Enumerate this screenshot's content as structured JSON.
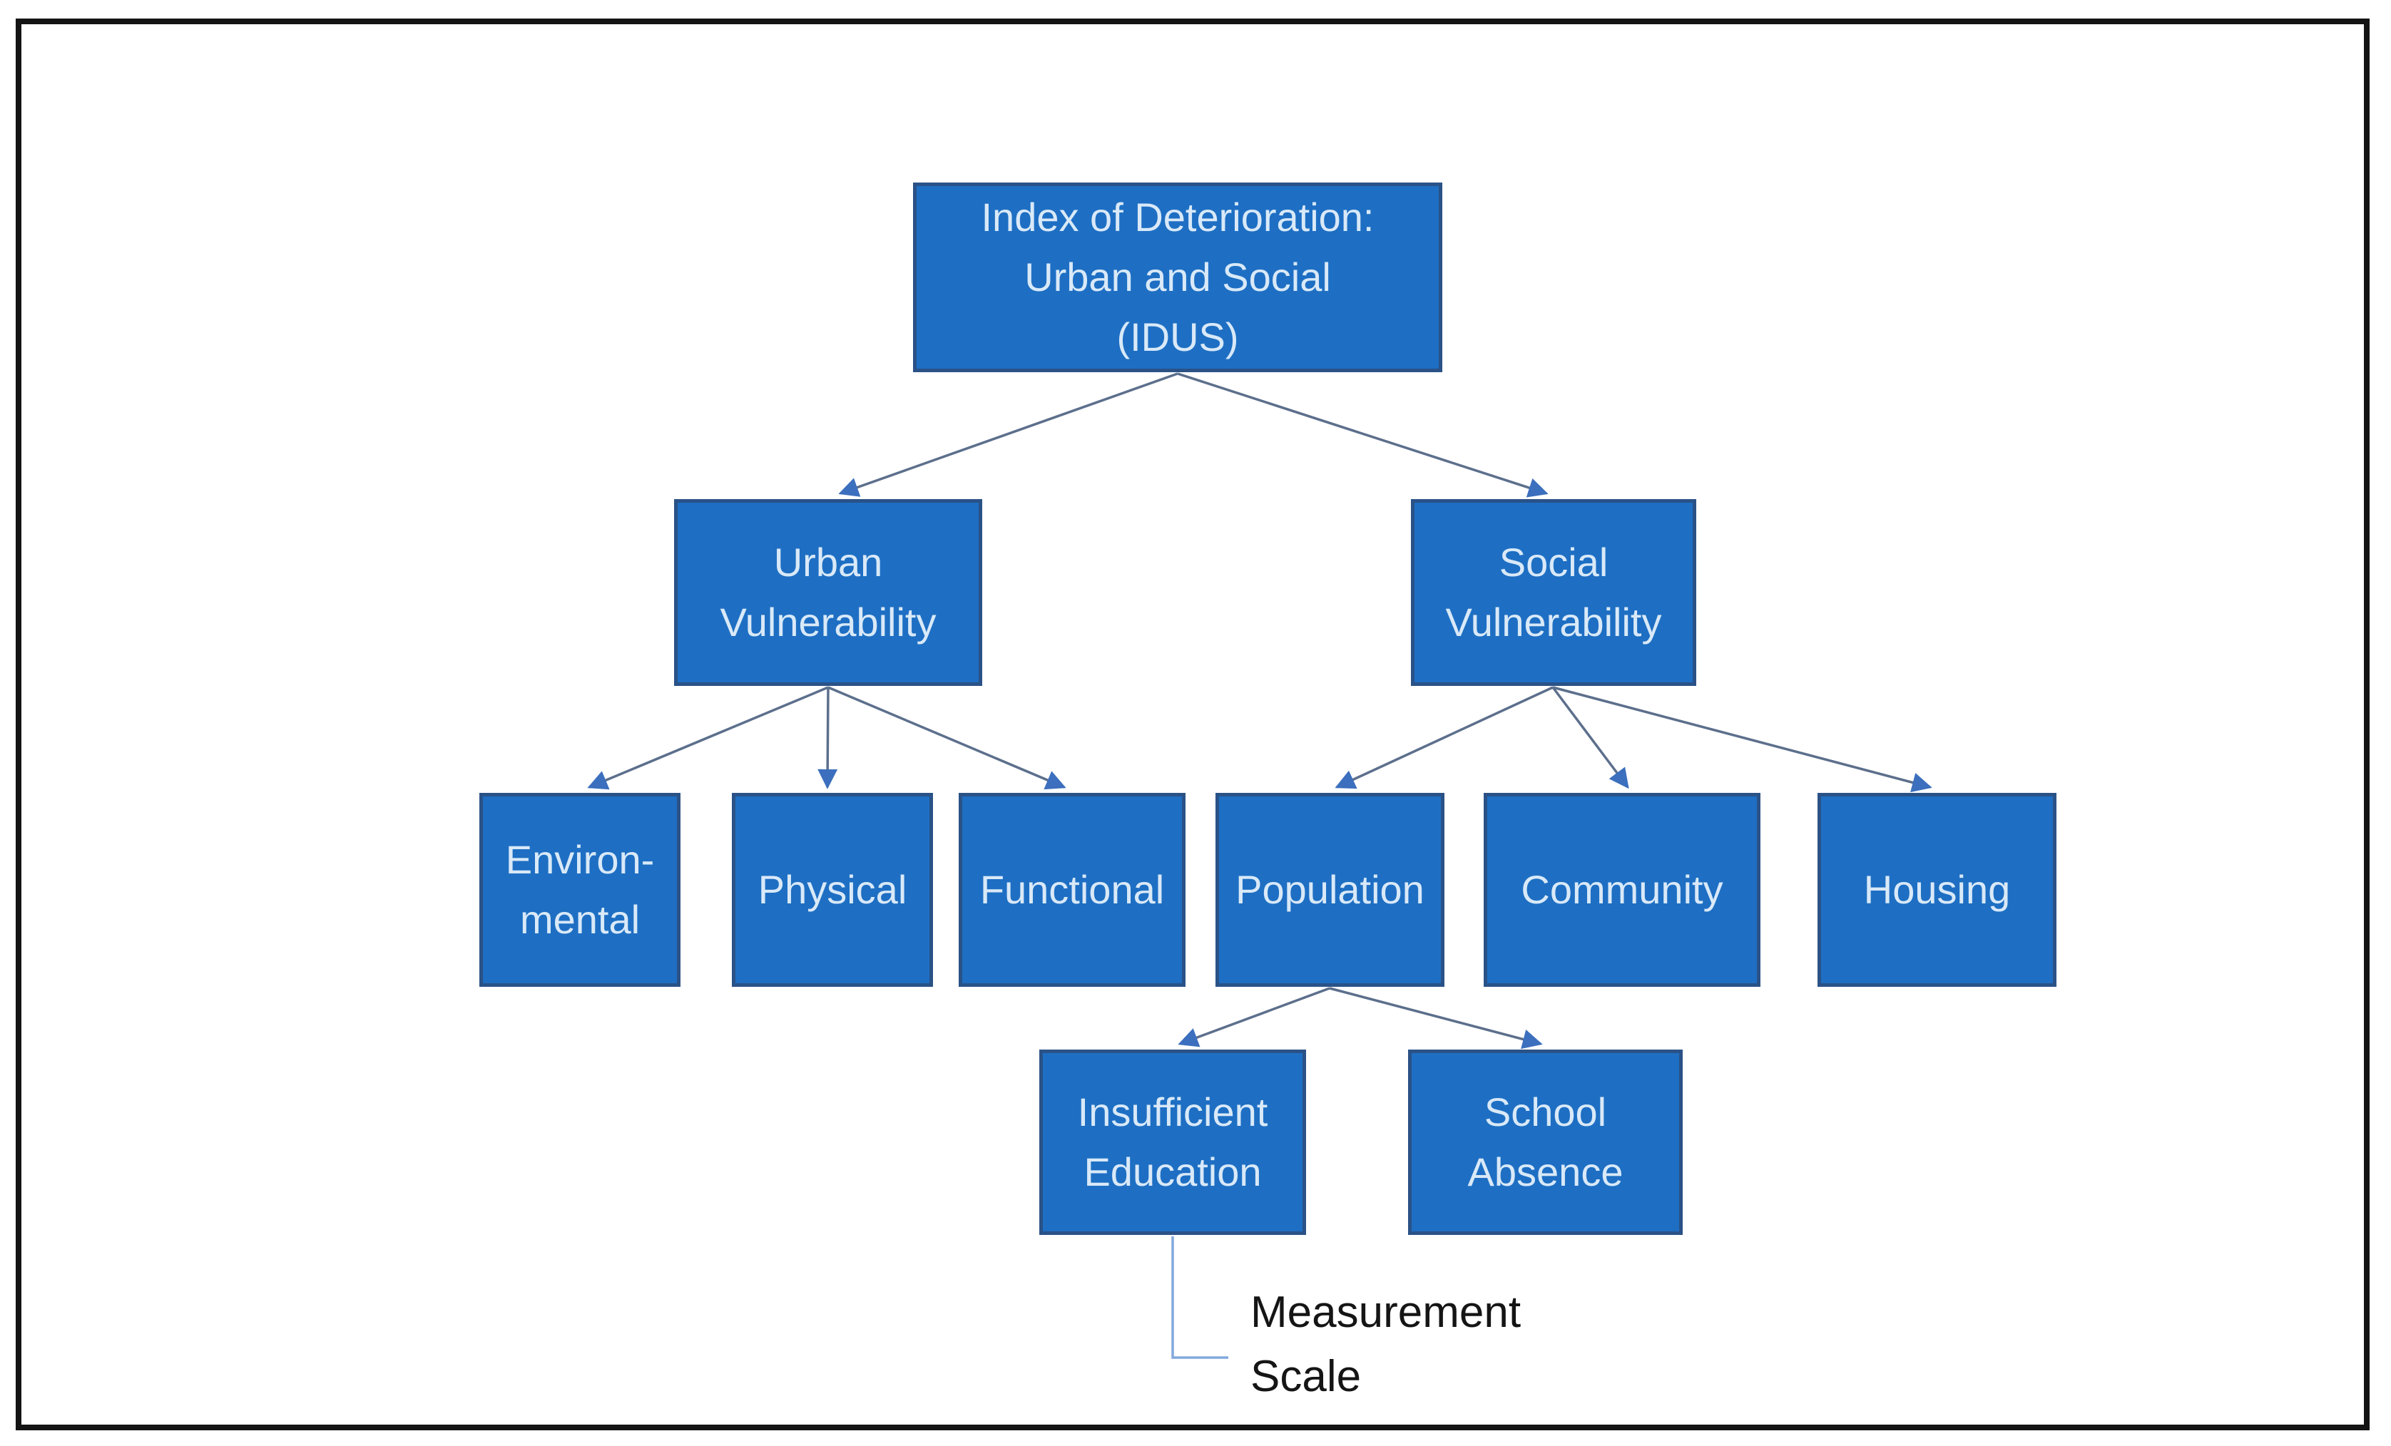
{
  "nodes": {
    "idus": {
      "label": "Index of Deterioration:\nUrban and Social\n(IDUS)"
    },
    "urban": {
      "label": "Urban\nVulnerability"
    },
    "social": {
      "label": "Social\nVulnerability"
    },
    "environmental": {
      "label": "Environ-\nmental"
    },
    "physical": {
      "label": "Physical"
    },
    "functional": {
      "label": "Functional"
    },
    "population": {
      "label": "Population"
    },
    "community": {
      "label": "Community"
    },
    "housing": {
      "label": "Housing"
    },
    "insufficient_education": {
      "label": "Insufficient\nEducation"
    },
    "school_absence": {
      "label": "School\nAbsence"
    }
  },
  "annotation": {
    "measurement_scale": "Measurement\nScale"
  },
  "edges": [
    {
      "from": "idus",
      "to": "urban"
    },
    {
      "from": "idus",
      "to": "social"
    },
    {
      "from": "urban",
      "to": "environmental"
    },
    {
      "from": "urban",
      "to": "physical"
    },
    {
      "from": "urban",
      "to": "functional"
    },
    {
      "from": "social",
      "to": "population"
    },
    {
      "from": "social",
      "to": "community"
    },
    {
      "from": "social",
      "to": "housing"
    },
    {
      "from": "population",
      "to": "insufficient_education"
    },
    {
      "from": "population",
      "to": "school_absence"
    },
    {
      "from": "insufficient_education",
      "to": "measurement_scale_annotation"
    }
  ],
  "colors": {
    "box_fill": "#1E6FC3",
    "box_border": "#2A5287",
    "box_text": "#D9E9F8",
    "connector": "#5C6F8C",
    "arrowhead": "#3C6FBE",
    "elbow_connector": "#82A9DC",
    "frame_border": "#141414",
    "background": "#FFFFFF"
  }
}
